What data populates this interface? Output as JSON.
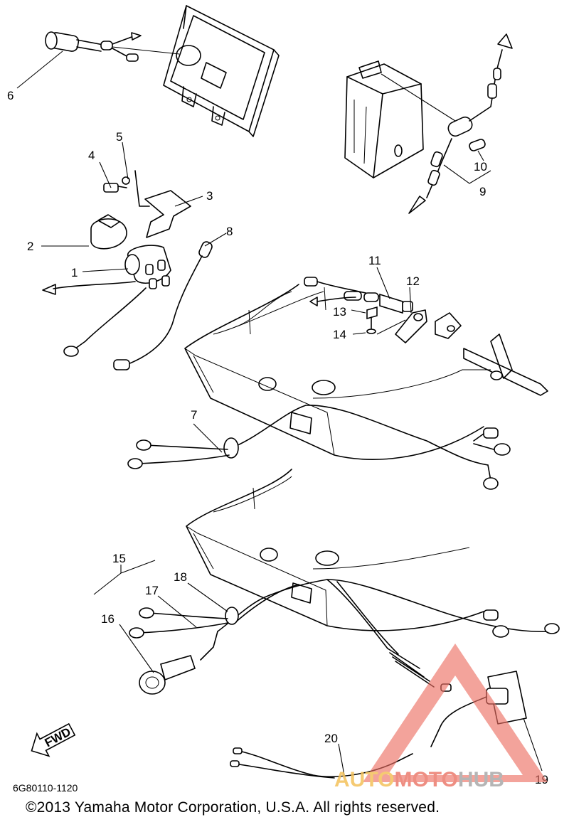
{
  "diagram": {
    "part_labels": [
      "1",
      "2",
      "3",
      "4",
      "5",
      "6",
      "7",
      "8",
      "9",
      "10",
      "11",
      "12",
      "13",
      "14",
      "15",
      "16",
      "17",
      "18",
      "19",
      "20"
    ],
    "fwd_label": "FWD"
  },
  "footer": {
    "diagram_code": "6G80110-1120",
    "copyright": "©2013 Yamaha Motor Corporation, U.S.A. All rights reserved."
  },
  "watermark": {
    "part1": "AUTO",
    "part2": "MOTO",
    "part3": "HUB",
    "colors": {
      "auto": "#f4c15a",
      "moto": "#ec7b6d",
      "hub": "#a9a9a9",
      "triangle": "#ec6f63"
    }
  }
}
